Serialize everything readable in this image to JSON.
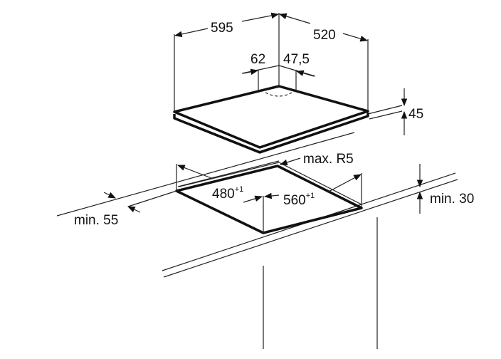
{
  "dimensions": {
    "width": "595",
    "depth": "520",
    "inlet_x": "62",
    "inlet_y": "47,5",
    "height": "45",
    "max_radius": "max. R5",
    "cutout_depth": "480",
    "cutout_depth_tol": "+1",
    "cutout_width": "560",
    "cutout_width_tol": "+1",
    "min_front": "min. 55",
    "min_worktop": "min. 30"
  },
  "colors": {
    "line": "#111111",
    "background": "#ffffff"
  }
}
